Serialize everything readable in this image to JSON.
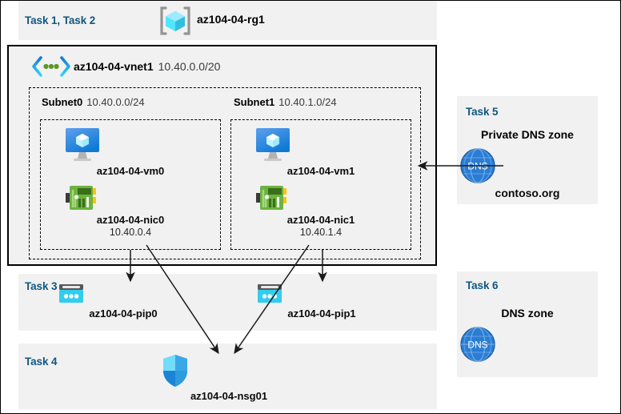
{
  "diagram": {
    "title": "Azure AZ-104 Lab 04 architecture",
    "colors": {
      "panel_bg": "#f1f1f1",
      "task_label": "#11567f",
      "vm_icon_blue": "#3e97e8",
      "nic_green": "#6cb33f",
      "nic_yellow": "#ffc20e",
      "pip_cyan": "#32cdee",
      "pip_grey": "#585858",
      "nsg_blue": "#31b0f0",
      "nsg_dark_blue": "#1d7fd4",
      "dns_blue": "#2b7cd3",
      "rg_cube_cyan": "#50e6ff",
      "vnet_bracket_blue": "#0078d4",
      "vnet_dot_green": "#5e9624",
      "border_black": "#000000"
    }
  },
  "header": {
    "task_label": "Task 1, Task 2",
    "icon": "resource-group-icon",
    "resource_name": "az104-04-rg1"
  },
  "vnet": {
    "icon": "virtual-network-icon",
    "name": "az104-04-vnet1",
    "cidr": "10.40.0.0/20"
  },
  "subnets": [
    {
      "name": "Subnet0",
      "cidr": "10.40.0.0/24",
      "vm": {
        "icon": "virtual-machine-icon",
        "name": "az104-04-vm0"
      },
      "nic": {
        "icon": "network-interface-icon",
        "name": "az104-04-nic0",
        "ip": "10.40.0.4"
      }
    },
    {
      "name": "Subnet1",
      "cidr": "10.40.1.0/24",
      "vm": {
        "icon": "virtual-machine-icon",
        "name": "az104-04-vm1"
      },
      "nic": {
        "icon": "network-interface-icon",
        "name": "az104-04-nic1",
        "ip": "10.40.1.4"
      }
    }
  ],
  "task3": {
    "task_label": "Task 3",
    "pip0": {
      "icon": "public-ip-address-icon",
      "name": "az104-04-pip0"
    },
    "pip1": {
      "icon": "public-ip-address-icon",
      "name": "az104-04-pip1"
    }
  },
  "task4": {
    "task_label": "Task 4",
    "nsg": {
      "icon": "network-security-group-icon",
      "name": "az104-04-nsg01"
    }
  },
  "task5": {
    "task_label": "Task 5",
    "zone_title": "Private DNS zone",
    "icon": "dns-zone-icon",
    "zone_name": "contoso.org"
  },
  "task6": {
    "task_label": "Task 6",
    "zone_title": "DNS zone",
    "icon": "dns-zone-icon"
  }
}
